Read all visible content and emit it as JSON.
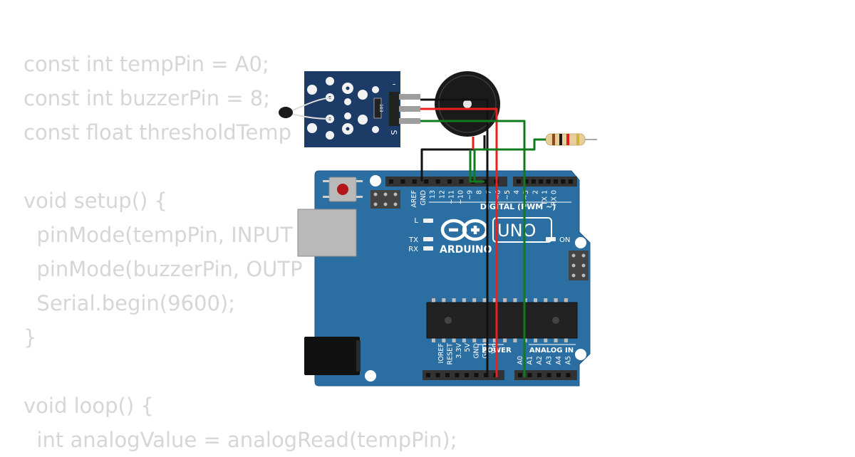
{
  "code_lines": [
    "const int tempPin = A0;",
    "const int buzzerPin = 8;",
    "const float thresholdTemp",
    "",
    "void setup() {",
    "  pinMode(tempPin, INPUT",
    "  pinMode(buzzerPin, OUTP",
    "  Serial.begin(9600);",
    "}",
    "",
    "void loop() {",
    "  int analogValue = analogRead(tempPin);"
  ],
  "board": {
    "brand": "ARDUINO",
    "model": "UNO",
    "on_label": "ON",
    "l_label": "L",
    "tx_label": "TX",
    "rx_label": "RX",
    "digital_label": "DIGITAL (PWM ~)",
    "power_label": "POWER",
    "analog_label": "ANALOG IN",
    "digital_pins": [
      "AREF",
      "GND",
      "13",
      "12",
      "~11",
      "~10",
      "~9",
      "8",
      "7",
      "~6",
      "~5",
      "4",
      "~3",
      "2",
      "TX 1",
      "RX 0"
    ],
    "power_pins": [
      "IOREF",
      "RESET",
      "3.3V",
      "5V",
      "GND",
      "GND",
      "Vin"
    ],
    "analog_pins": [
      "A0",
      "A1",
      "A2",
      "A3",
      "A4",
      "A5"
    ]
  },
  "sensor": {
    "pin_minus": "-",
    "pin_signal": "S",
    "chip_text": "103"
  },
  "colors": {
    "code_text": "#d6d6d6",
    "board": "#2b6fa2",
    "sensor_board": "#1c3b66",
    "wire_red": "#e8201e",
    "wire_green": "#0f7a1e",
    "wire_black": "#111111"
  }
}
